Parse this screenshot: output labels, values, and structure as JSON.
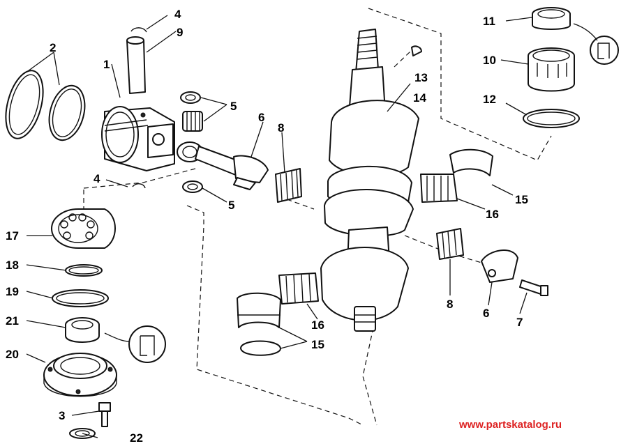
{
  "callouts": {
    "c1": "1",
    "c2": "2",
    "c3": "3",
    "c4a": "4",
    "c4b": "4",
    "c5a": "5",
    "c5b": "5",
    "c6a": "6",
    "c6b": "6",
    "c7": "7",
    "c8a": "8",
    "c8b": "8",
    "c9": "9",
    "c10": "10",
    "c11": "11",
    "c12": "12",
    "c13": "13",
    "c14": "14",
    "c15a": "15",
    "c15b": "15",
    "c16a": "16",
    "c16b": "16",
    "c17": "17",
    "c18": "18",
    "c19": "19",
    "c20": "20",
    "c21": "21",
    "c22": "22"
  },
  "watermark": "www.partskatalog.ru"
}
